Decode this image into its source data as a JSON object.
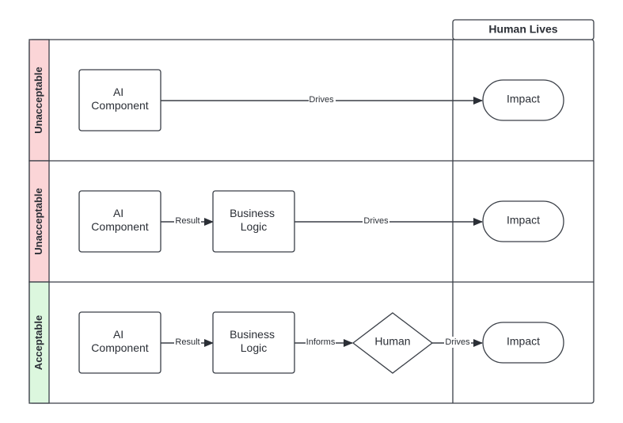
{
  "swimlane_header": {
    "label": "Human Lives"
  },
  "lanes": [
    {
      "label": "Unacceptable",
      "color": "#fbd5d7",
      "nodes": {
        "ai": [
          "AI",
          "Component"
        ],
        "impact": "Impact"
      },
      "edges": {
        "ai_to_impact": "Drives"
      }
    },
    {
      "label": "Unacceptable",
      "color": "#fbd5d7",
      "nodes": {
        "ai": [
          "AI",
          "Component"
        ],
        "logic": [
          "Business",
          "Logic"
        ],
        "impact": "Impact"
      },
      "edges": {
        "ai_to_logic": "Result",
        "logic_to_impact": "Drives"
      }
    },
    {
      "label": "Acceptable",
      "color": "#dcf7de",
      "nodes": {
        "ai": [
          "AI",
          "Component"
        ],
        "logic": [
          "Business",
          "Logic"
        ],
        "human": "Human",
        "impact": "Impact"
      },
      "edges": {
        "ai_to_logic": "Result",
        "logic_to_human": "Informs",
        "human_to_impact": "Drives"
      }
    }
  ]
}
